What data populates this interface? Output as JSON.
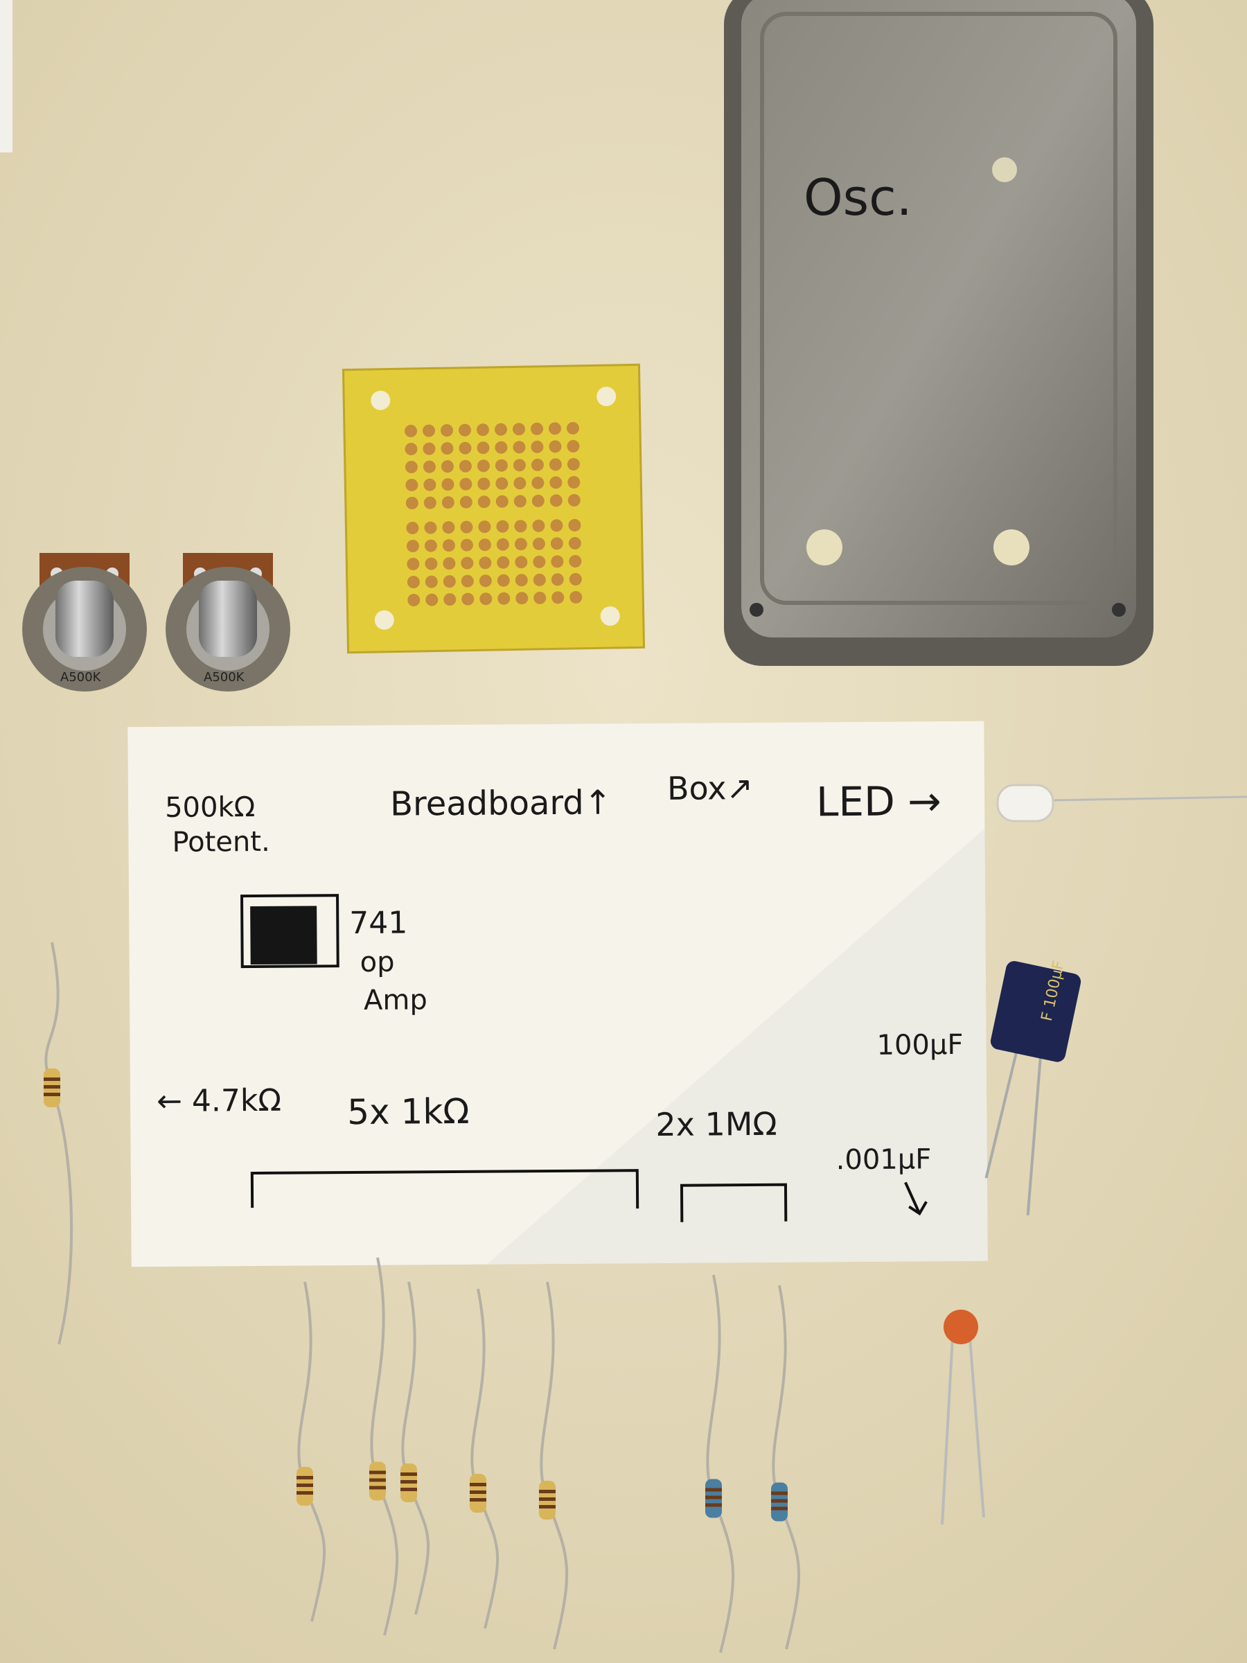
{
  "box": {
    "label": "Osc."
  },
  "pots": [
    {
      "marking": "A500K"
    },
    {
      "marking": "A500K"
    }
  ],
  "card": {
    "pot_label_1": "500kΩ",
    "pot_label_2": "Potent.",
    "breadboard": "Breadboard↑",
    "box": "Box↗",
    "led": "LED →",
    "opamp_1": "741",
    "opamp_2": "op",
    "opamp_3": "Amp",
    "r47k": "← 4.7kΩ",
    "r1k": "5x  1kΩ",
    "r1m": "2x 1MΩ",
    "cap100": "100µF",
    "cap001": ".001µF"
  },
  "capacitor": {
    "marking": "F 100µF"
  },
  "colors": {
    "background": "#e6dcc0",
    "card": "#f6f3ea",
    "aluminum": "#8f8c84",
    "pcb": "#e3cc3a",
    "copper": "#c48a3e"
  }
}
